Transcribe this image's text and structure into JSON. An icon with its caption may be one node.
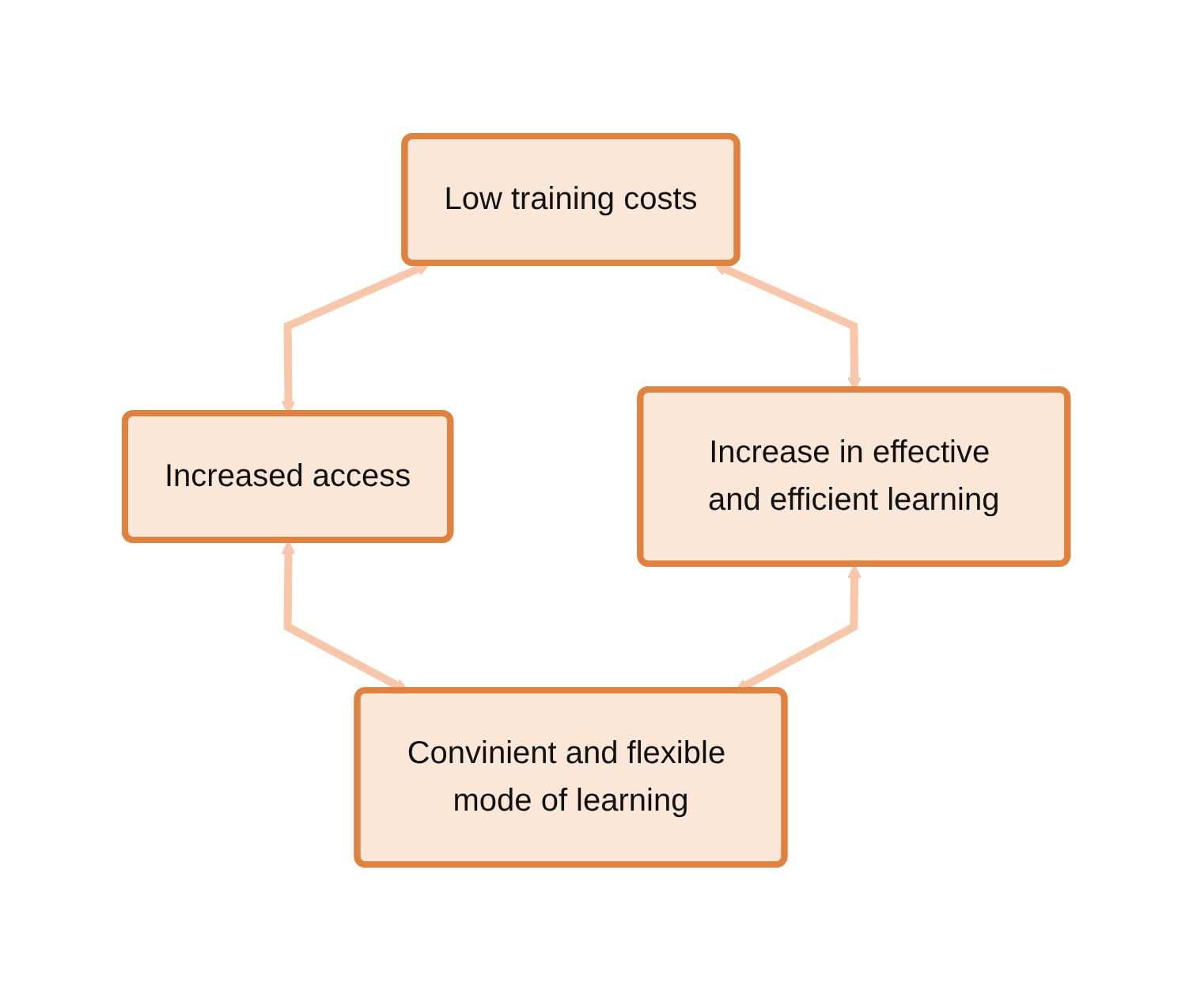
{
  "diagram": {
    "nodes": [
      {
        "text": [
          "Low training costs"
        ]
      },
      {
        "text": [
          "Increased access"
        ]
      },
      {
        "text": [
          "Increase in effective and efficient learning"
        ]
      },
      {
        "text": [
          "Convinient and flexible mode of learning"
        ]
      }
    ],
    "edges": [
      {
        "from": 0,
        "to": 1,
        "arrow": "both"
      },
      {
        "from": 0,
        "to": 2,
        "arrow": "both"
      },
      {
        "from": 1,
        "to": 3,
        "arrow": "both"
      },
      {
        "from": 2,
        "to": 3,
        "arrow": "both"
      }
    ]
  }
}
